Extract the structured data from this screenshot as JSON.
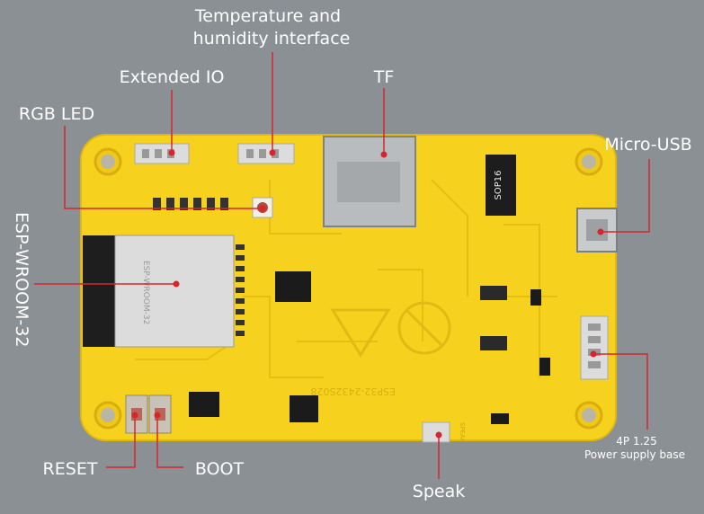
{
  "labels": {
    "temperature_humidity": "Temperature and\nhumidity interface",
    "extended_io": "Extended IO",
    "tf": "TF",
    "rgb_led": "RGB LED",
    "micro_usb": "Micro-USB",
    "esp_wroom_32": "ESP-WROOM-32",
    "reset": "RESET",
    "boot": "BOOT",
    "speak": "Speak",
    "power_supply_line1": "4P 1.25",
    "power_supply_line2": "Power supply base"
  },
  "board": {
    "chip_sop16": "SOP16",
    "module_silk": "ESP-WROOM-32",
    "board_silk": "ESP32-2432S028",
    "speak_silk": "SPEAK"
  },
  "colors": {
    "background": "#8b9095",
    "pcb": "#f6d21e",
    "pointer": "#d6262c"
  }
}
